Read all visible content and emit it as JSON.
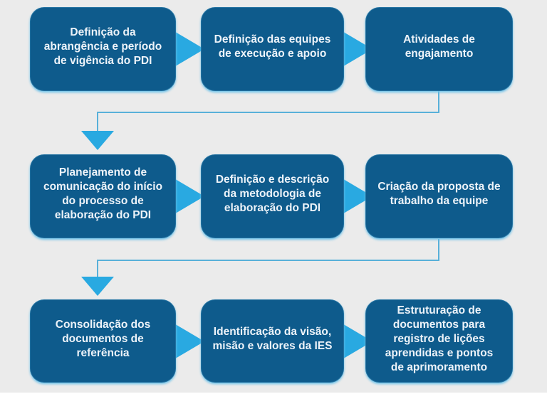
{
  "diagram": {
    "type": "flowchart",
    "language": "pt-BR",
    "steps": [
      {
        "label": "Definição da abrangência e período de vigência do PDI"
      },
      {
        "label": "Definição das equipes de execução e apoio"
      },
      {
        "label": "Atividades de engajamento"
      },
      {
        "label": "Planejamento de comunicação do início do processo de elaboração do PDI"
      },
      {
        "label": "Definição e descrição da metodologia de elaboração do PDI"
      },
      {
        "label": "Criação da proposta de trabalho da equipe"
      },
      {
        "label": "Consolidação dos documentos de referência"
      },
      {
        "label": "Identificação da visão, misão e valores da IES"
      },
      {
        "label": "Estruturação de documentos para registro de lições aprendidas e pontos de aprimoramento"
      }
    ],
    "flow_order": [
      "step1 → step2 → step3",
      "step3 ↓ step4 (elbow connector)",
      "step4 → step5 → step6",
      "step6 ↓ step7 (elbow connector)",
      "step7 → step8 → step9"
    ]
  },
  "colors": {
    "background": "#ebebeb",
    "box_fill": "#0e5b8c",
    "box_rim": "#6cc1e8",
    "arrow": "#29a9e1",
    "connector_line": "#58b0d9",
    "text": "#edf3f9",
    "bottom_strip": "#ffffff"
  }
}
